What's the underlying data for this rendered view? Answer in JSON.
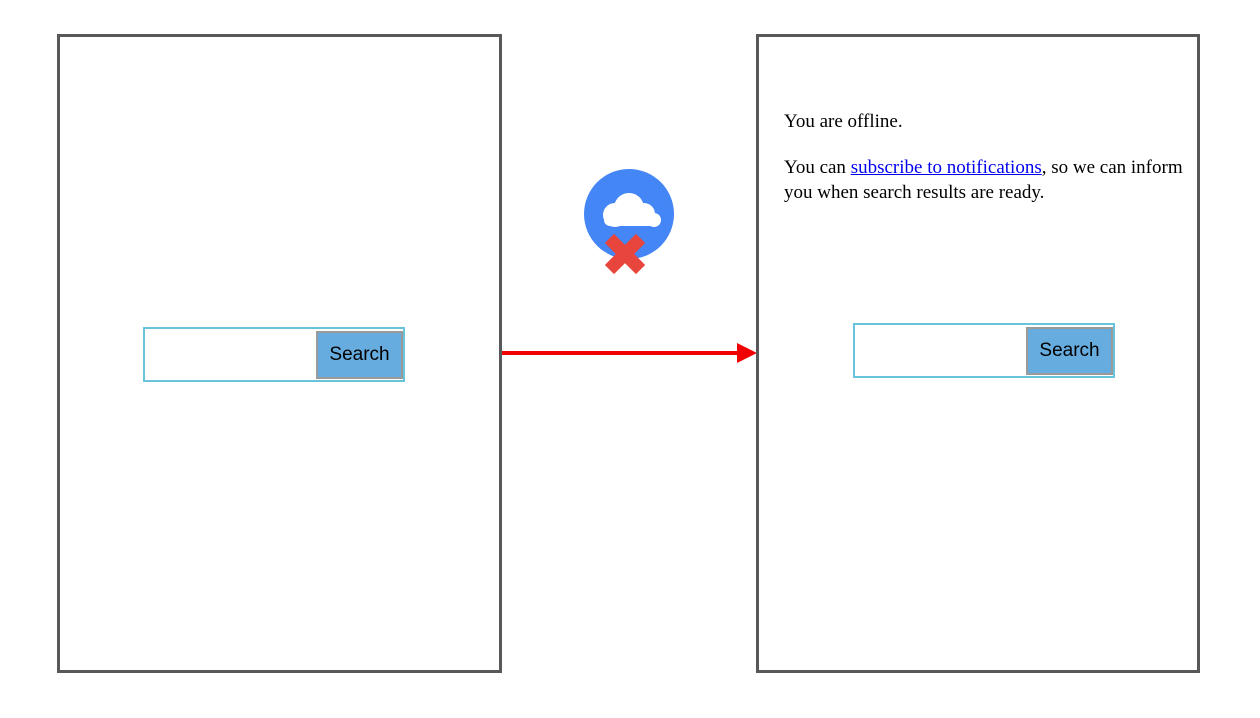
{
  "left_screen": {
    "search": {
      "value": "",
      "button_label": "Search"
    }
  },
  "right_screen": {
    "offline_message": "You are offline.",
    "notify_prefix": "You can ",
    "notify_link_label": "subscribe to notifications",
    "notify_suffix": ", so we can inform you when search results are ready.",
    "search": {
      "value": "",
      "button_label": "Search"
    }
  },
  "icons": {
    "offline_cloud": "blue circle with white cloud and red x",
    "arrow": "red right arrow"
  },
  "colors": {
    "frame_border": "#58585b",
    "widget_border": "#67c4da",
    "button_bg": "#66acdf",
    "button_border": "#9a9a9a",
    "link": "#0000EE",
    "arrow_red": "#f00000",
    "icon_circle_blue": "#4486f5",
    "icon_x_red": "#e8453c",
    "text": "#000000"
  }
}
